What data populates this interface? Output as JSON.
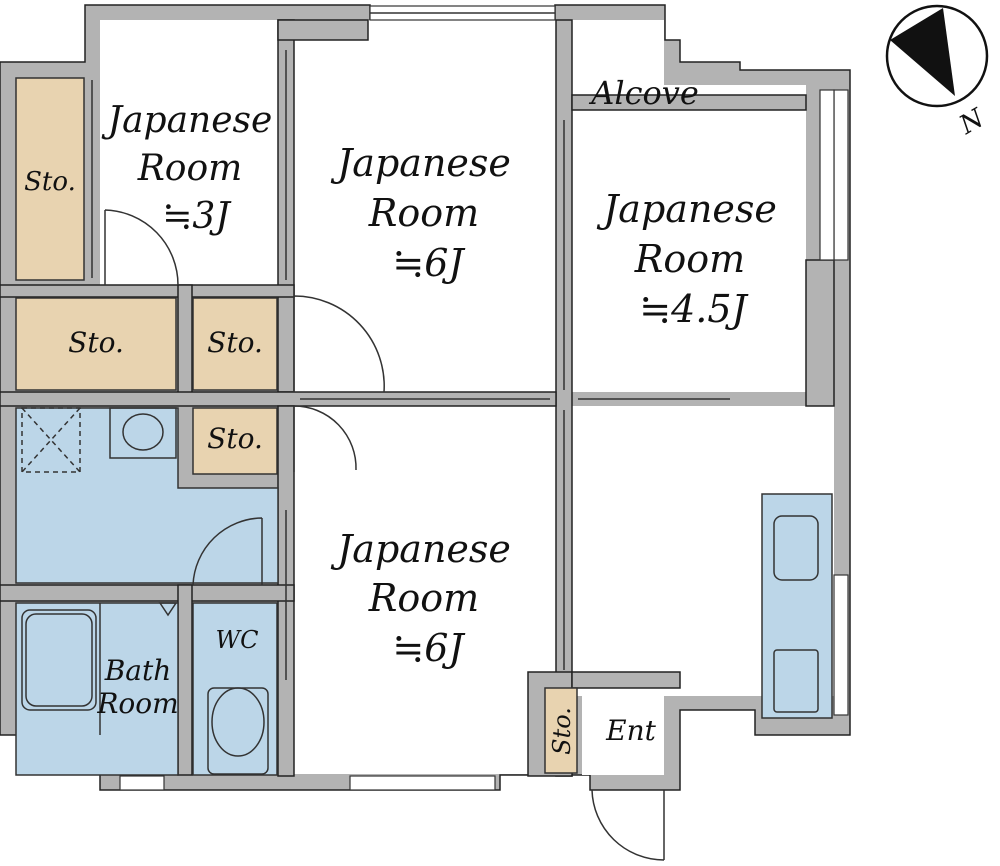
{
  "compass": {
    "north_label": "N"
  },
  "rooms": {
    "japanese_room_3": {
      "line1": "Japanese",
      "line2": "Room",
      "size": "≒3J"
    },
    "japanese_room_6_top": {
      "line1": "Japanese",
      "line2": "Room",
      "size": "≒6J"
    },
    "japanese_room_45": {
      "line1": "Japanese",
      "line2": "Room",
      "size": "≒4.5J"
    },
    "japanese_room_6_bottom": {
      "line1": "Japanese",
      "line2": "Room",
      "size": "≒6J"
    },
    "alcove": "Alcove",
    "bath_room": {
      "line1": "Bath",
      "line2": "Room"
    },
    "wc": "WC",
    "entrance": "Ent"
  },
  "storage": {
    "sto_left": "Sto.",
    "sto_mid_left": "Sto.",
    "sto_mid_center": "Sto.",
    "sto_lower_center": "Sto.",
    "sto_entrance": "Sto."
  },
  "colors": {
    "wall": "#b3b3b3",
    "storage": "#e8d3b0",
    "wet_area": "#bcd6e8",
    "floor": "#ffffff"
  }
}
